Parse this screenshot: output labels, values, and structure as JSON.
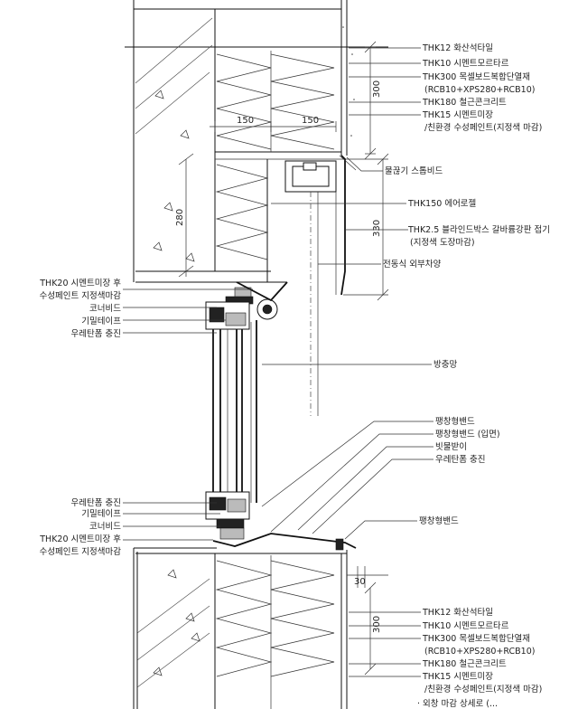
{
  "drawing": {
    "title": "Window section detail",
    "upper_layers": [
      "THK12 화산석타일",
      "THK10 시멘트모르타르",
      "THK300 목셀보드복합단열재",
      "(RCB10+XPS280+RCB10)",
      "THK180 철근콘크리트",
      "THK15 시멘트미장",
      "/친환경 수성페인트(지정색 마감)"
    ],
    "lower_layers": [
      "THK12 화산석타일",
      "THK10 시멘트모르타르",
      "THK300 목셀보드복합단열재",
      "(RCB10+XPS280+RCB10)",
      "THK180 철근콘크리트",
      "THK15 시멘트미장",
      "/친환경 수성페인트(지정색 마감)"
    ],
    "right_labels": {
      "drip_bead": "물끊기 스톱비드",
      "aerogel": "THK150 에어로젤",
      "blind_box_1": "THK2.5 블라인드박스 갈바륨강판 접기",
      "blind_box_2": "(지정색 도장마감)",
      "blind": "전동식 외부차양",
      "insect_screen": "방충망",
      "sill_1": "팽창형밴드",
      "sill_2": "팽창형밴드 (입면)",
      "sill_3": "빗물받이",
      "sill_4": "우레탄폼 충진",
      "sill_band": "팽창형밴드"
    },
    "left_upper_labels": [
      "THK20 시멘트미장 후",
      "수성페인트 지정색마감",
      "코너비드",
      "기밀테이프",
      "우레탄폼 충진"
    ],
    "left_lower_labels": [
      "우레탄폼 충진",
      "기밀테이프",
      "코너비드",
      "THK20 시멘트미장 후",
      "수성페인트 지정색마감"
    ],
    "dimensions": {
      "upper_wall_height": "300",
      "insulation_left": "150",
      "insulation_right": "150",
      "lintel_depth": "280",
      "blind_box_height": "330",
      "sill_offset": "30",
      "lower_wall_height": "300"
    },
    "partial_text": "· 외창 마감 상세로 (..."
  }
}
